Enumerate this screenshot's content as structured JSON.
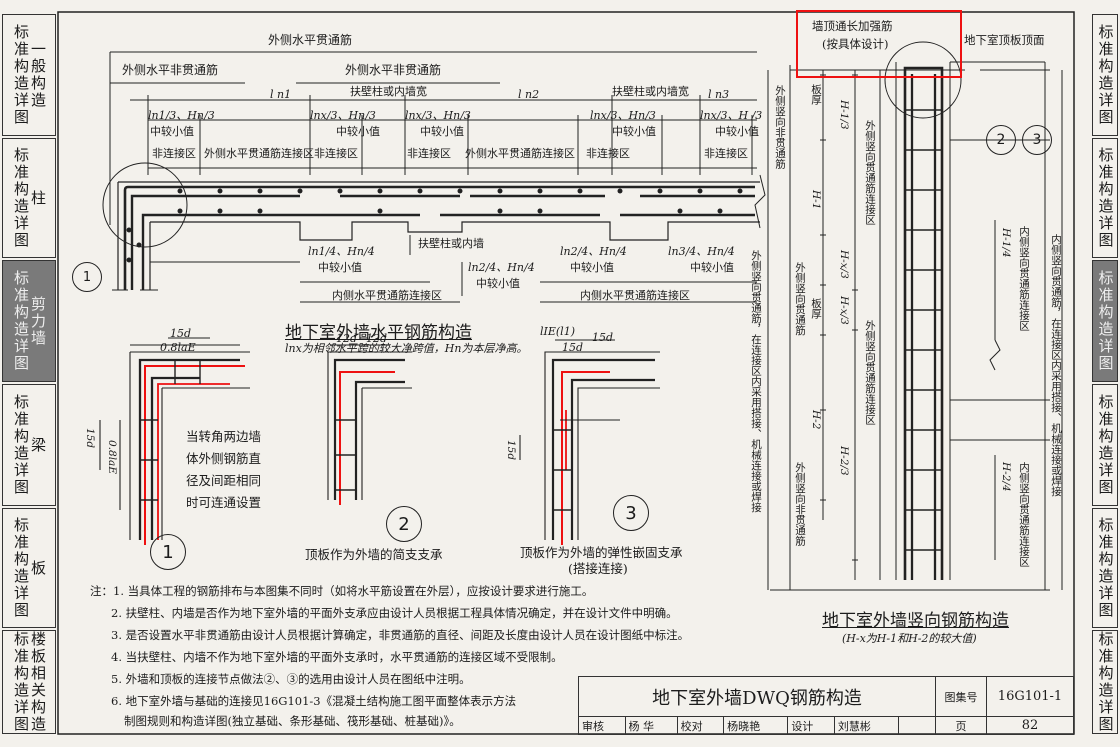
{
  "left_tabs": [
    {
      "text": "一般构造",
      "sub": "标准构造详图"
    },
    {
      "text": "柱",
      "sub": "标准构造详图"
    },
    {
      "text": "剪力墙",
      "sub": "标准构造详图"
    },
    {
      "text": "梁",
      "sub": "标准构造详图"
    },
    {
      "text": "板",
      "sub": "标准构造详图"
    },
    {
      "text": "楼板相关构造",
      "sub": "标准构造详图"
    }
  ],
  "right_tabs": [
    "标准构造详图",
    "标准构造详图",
    "标准构造详图",
    "标准构造详图",
    "标准构造详图",
    "标准构造详图"
  ],
  "horizontal": {
    "outer_through": "外侧水平贯通筋",
    "outer_non_through_1": "外侧水平非贯通筋",
    "outer_non_through_2": "外侧水平非贯通筋",
    "ln1": "l n1",
    "ln2": "l n2",
    "ln3": "l n3",
    "pilaster_1": "扶壁柱或内墙宽",
    "pilaster_2": "扶壁柱或内墙宽",
    "pilaster_3": "扶壁柱或内墙",
    "top_dims": [
      "ln1/3、Hn/3",
      "lnx/3、Hn/3",
      "lnx/3、Hn/3",
      "lnx/3、Hn/3",
      "lnx/3、H /3"
    ],
    "smaller": "中较小值",
    "non_conn": "非连接区",
    "outer_conn": "外侧水平贯通筋连接区",
    "bot_dims": [
      "ln1/4、Hn/4",
      "ln2/4、Hn/4",
      "ln2/4、Hn/4",
      "ln3/4、Hn/4"
    ],
    "inner_conn": "内侧水平贯通筋连接区",
    "title": "地下室外墙水平钢筋构造",
    "subtitle": "lnx为相邻水平跨的较大净跨值，Hn为本层净高。",
    "callout": "1"
  },
  "details": {
    "d1_dim_top": "15d",
    "d1_dim_08": "0.8laE",
    "d1_dim_left": "15d",
    "d1_dim_left2": "0.8laE",
    "d1_text": [
      "当转角两边墙",
      "体外侧钢筋直",
      "径及间距相同",
      "时可连通设置"
    ],
    "d2_dim_a": "12d",
    "d2_dim_b": "12d",
    "d3_dim_l": "lIE(l1)",
    "d3_dim_a": "15d",
    "d3_dim_b": "15d",
    "d3_dim_left": "15d",
    "n1": "1",
    "n2": "2",
    "n3": "3",
    "cap2": "顶板作为外墙的简支支承",
    "cap3a": "顶板作为外墙的弹性嵌固支承",
    "cap3b": "(搭接连接)"
  },
  "vertical": {
    "top_bar": "墙顶通长加强筋",
    "top_bar_sub": "(按具体设计)",
    "slab_top": "地下室顶板顶面",
    "slab_thk_1": "板厚",
    "slab_thk_2": "板厚",
    "hn_1": "H-1/3",
    "hn_2": "H-x/3",
    "hn_3": "H-x/3",
    "hn_4": "H-2/3",
    "h1": "H-1",
    "h2": "H-2",
    "h1_4": "H-1/4",
    "h2_4": "H-2/4",
    "outer_vert_non": "外侧竖向非贯通筋",
    "outer_vert_non_2": "外侧竖向非贯通筋",
    "outer_vert_conn_1": "外侧竖向贯通筋连接区",
    "outer_vert_conn_2": "外侧竖向贯通筋连接区",
    "outer_vert_through": "外侧竖向贯通筋",
    "outer_long": "外侧竖向贯通筋，在连接区内采用搭接、机械连接或焊接",
    "inner_conn_1": "内侧竖向贯通筋连接区",
    "inner_conn_2": "内侧竖向贯通筋连接区",
    "inner_long": "内侧竖向贯通筋，在连接区内采用搭接、机械连接或焊接",
    "callout2": "2",
    "callout3": "3",
    "title": "地下室外墙竖向钢筋构造",
    "subtitle": "(H-x为H-1和H-2的较大值)"
  },
  "notes": [
    "注：1. 当具体工程的钢筋排布与本图集不同时（如将水平筋设置在外层），应按设计要求进行施工。",
    "2. 扶壁柱、内墙是否作为地下室外墙的平面外支承应由设计人员根据工程具体情况确定，并在设计文件中明确。",
    "3. 是否设置水平非贯通筋由设计人员根据计算确定，非贯通筋的直径、间距及长度由设计人员在设计图纸中标注。",
    "4. 当扶壁柱、内墙不作为地下室外墙的平面外支承时，水平贯通筋的连接区域不受限制。",
    "5. 外墙和顶板的连接节点做法②、③的选用由设计人员在图纸中注明。",
    "6. 地下室外墙与基础的连接见16G101-3《混凝土结构施工图平面整体表示方法",
    "制图规则和构造详图(独立基础、条形基础、筏形基础、桩基础)》。"
  ],
  "title_block": {
    "title": "地下室外墙DWQ钢筋构造",
    "atlas_label": "图集号",
    "atlas_no": "16G101-1",
    "review": "审核",
    "reviewer": "杨 华",
    "check": "校对",
    "checker": "杨晓艳",
    "design": "设计",
    "designer": "刘慧彬",
    "page_label": "页",
    "page_no": "82"
  },
  "colors": {
    "annotation": "#e11111",
    "ink": "#1c1c1c",
    "active_tab": "#7a7a7a"
  }
}
